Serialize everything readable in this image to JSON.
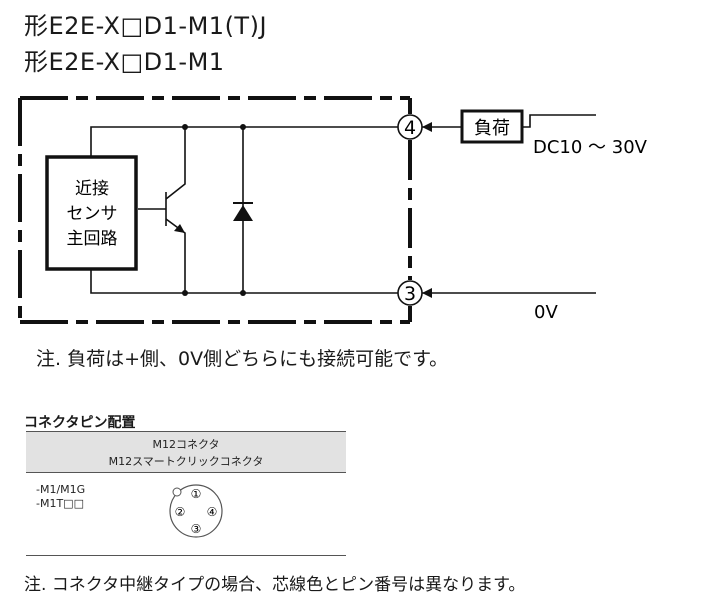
{
  "header": {
    "title_line1": "形E2E-X□D1-M1(T)J",
    "title_line2": "形E2E-X□D1-M1"
  },
  "circuit": {
    "load_label": "負荷",
    "sensor_lines": [
      "近接",
      "センサ",
      "主回路"
    ],
    "pin_top": "4",
    "pin_bottom": "3",
    "supply_label": "DC10 ～ 30V",
    "ground_label": "0V"
  },
  "notes": {
    "load_note": "注. 負荷は+側、0V側どちらにも接続可能です。",
    "relay_note": "注. コネクタ中継タイプの場合、芯線色とピン番号は異なります。"
  },
  "connector_table": {
    "title": "コネクタピン配置",
    "header_line1": "M12コネクタ",
    "header_line2": "M12スマートクリックコネクタ",
    "model_line1": "-M1/M1G",
    "model_line2": "-M1T□□",
    "pins": [
      "①",
      "②",
      "③",
      "④"
    ]
  }
}
